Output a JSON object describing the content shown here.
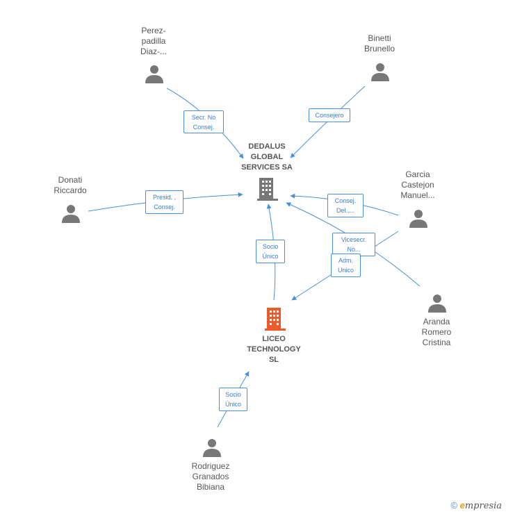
{
  "colors": {
    "edge": "#4a90d9",
    "person": "#777777",
    "company_main": "#777777",
    "company_focus": "#f05a28"
  },
  "nodes": {
    "dedalus": {
      "label": "DEDALUS\nGLOBAL\nSERVICES SA",
      "type": "company"
    },
    "liceo": {
      "label": "LICEO\nTECHNOLOGY\nSL",
      "type": "company-focus"
    },
    "perez": {
      "label": "Perez-\npadilla\nDiaz-..."
    },
    "binetti": {
      "label": "Binetti\nBrunello"
    },
    "donati": {
      "label": "Donati\nRiccardo"
    },
    "garcia": {
      "label": "Garcia\nCastejon\nManuel..."
    },
    "aranda": {
      "label": "Aranda\nRomero\nCristina"
    },
    "rodriguez": {
      "label": "Rodriguez\nGranados\nBibiana"
    }
  },
  "edges": {
    "e1": "Secr.  No\nConsej.",
    "e2": "Consejero",
    "e3": "Presid. ,\nConsej.",
    "e4": "Consej.\nDel.,...",
    "e5": "Vicesecr.\nNo...",
    "e6": "Adm.\nUnico",
    "e7": "Socio\nÚnico",
    "e8": "Socio\nÚnico"
  },
  "footer": {
    "copyright": "©",
    "brand_e": "e",
    "brand_rest": "mpresia"
  }
}
